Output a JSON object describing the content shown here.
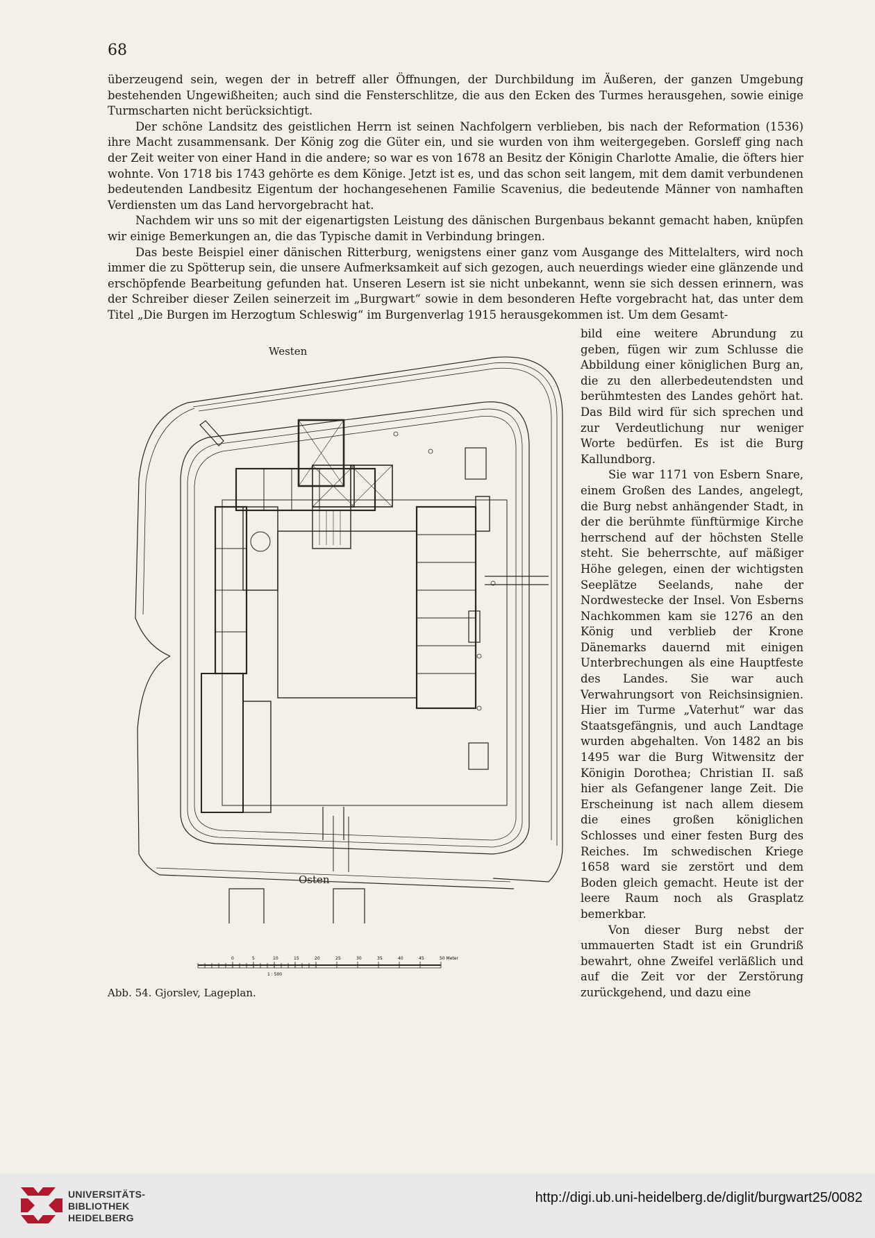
{
  "page_number": "68",
  "paragraphs": [
    "überzeugend sein, wegen der in betreff aller Öffnungen, der Durchbildung im Äußeren, der ganzen Umgebung bestehenden Ungewißheiten; auch sind die Fensterschlitze, die aus den Ecken des Turmes herausgehen, sowie einige Turmscharten nicht berücksichtigt.",
    "Der schöne Landsitz des geistlichen Herrn ist seinen Nachfolgern verblieben, bis nach der Reformation (1536) ihre Macht zusammensank. Der König zog die Güter ein, und sie wurden von ihm weitergegeben. Gorsleff ging nach der Zeit weiter von einer Hand in die andere; so war es von 1678 an Besitz der Königin Charlotte Amalie, die öfters hier wohnte. Von 1718 bis 1743 gehörte es dem Könige. Jetzt ist es, und das schon seit langem, mit dem damit verbundenen bedeutenden Landbesitz Eigentum der hochangesehenen Familie Scavenius, die bedeutende Männer von namhaften Verdiensten um das Land hervorgebracht hat.",
    "Nachdem wir uns so mit der eigenartigsten Leistung des dänischen Burgenbaus bekannt gemacht haben, knüpfen wir einige Bemerkungen an, die das Typische damit in Verbindung bringen.",
    "Das beste Beispiel einer dänischen Ritterburg, wenigstens einer ganz vom Ausgange des Mittelalters, wird noch immer die zu Spötterup sein, die unsere Aufmerksamkeit auf sich gezogen, auch neuerdings wieder eine glänzende und erschöpfende Bearbeitung gefunden hat. Unseren Lesern ist sie nicht unbekannt, wenn sie sich dessen erinnern, was der Schreiber dieser Zeilen seinerzeit im „Burgwart“ sowie in dem besonderen Hefte vorgebracht hat, das unter dem Titel „Die Burgen im Herzogtum Schleswig“ im Burgenverlag 1915 herausgekommen ist. Um dem Gesamt-"
  ],
  "column_paragraphs": [
    "bild eine weitere Abrundung zu geben, fügen wir zum Schlusse die Abbildung einer königlichen Burg an, die zu den allerbedeutendsten und berühmtesten des Landes gehört hat. Das Bild wird für sich sprechen und zur Verdeutlichung nur weniger Worte bedürfen. Es ist die Burg Kallundborg.",
    "Sie war 1171 von Esbern Snare, einem Großen des Landes, angelegt, die Burg nebst anhängender Stadt, in der die berühmte fünftürmige Kirche herrschend auf der höchsten Stelle steht. Sie beherrschte, auf mäßiger Höhe gelegen, einen der wichtigsten Seeplätze Seelands, nahe der Nordwestecke der Insel. Von Esberns Nachkommen kam sie 1276 an den König und verblieb der Krone Dänemarks dauernd mit einigen Unterbrechungen als eine Hauptfeste des Landes. Sie war auch Verwahrungsort von Reichsinsignien. Hier im Turme „Vaterhut“ war das Staatsgefängnis, und auch Landtage wurden abgehalten. Von 1482 an bis 1495 war die Burg Witwensitz der Königin Dorothea; Christian II. saß hier als Gefangener lange Zeit. Die Erscheinung ist nach allem diesem die eines großen königlichen Schlosses und einer festen Burg des Reiches. Im schwedischen Kriege 1658 ward sie zerstört und dem Boden gleich gemacht. Heute ist der leere Raum noch als Grasplatz bemerkbar.",
    "Von dieser Burg nebst der ummauerten Stadt ist ein Grundriß bewahrt, ohne Zweifel verläßlich und auf die Zeit vor der Zerstörung zurückgehend, und dazu eine"
  ],
  "figure": {
    "label_top": "Westen",
    "label_bottom": "Osten",
    "caption": "Abb. 54.  Gjorslev, Lageplan.",
    "scale_ticks": [
      "0",
      "5",
      "10",
      "15",
      "20",
      "25",
      "30",
      "35",
      "40",
      "45",
      "50 Meter"
    ],
    "scale_ratio": "1 : 500"
  },
  "footer": {
    "library_line1": "UNIVERSITÄTS-",
    "library_line2": "BIBLIOTHEK",
    "library_line3": "HEIDELBERG",
    "url": "http://digi.ub.uni-heidelberg.de/diglit/burgwart25/0082",
    "logo_color": "#b2182b"
  }
}
